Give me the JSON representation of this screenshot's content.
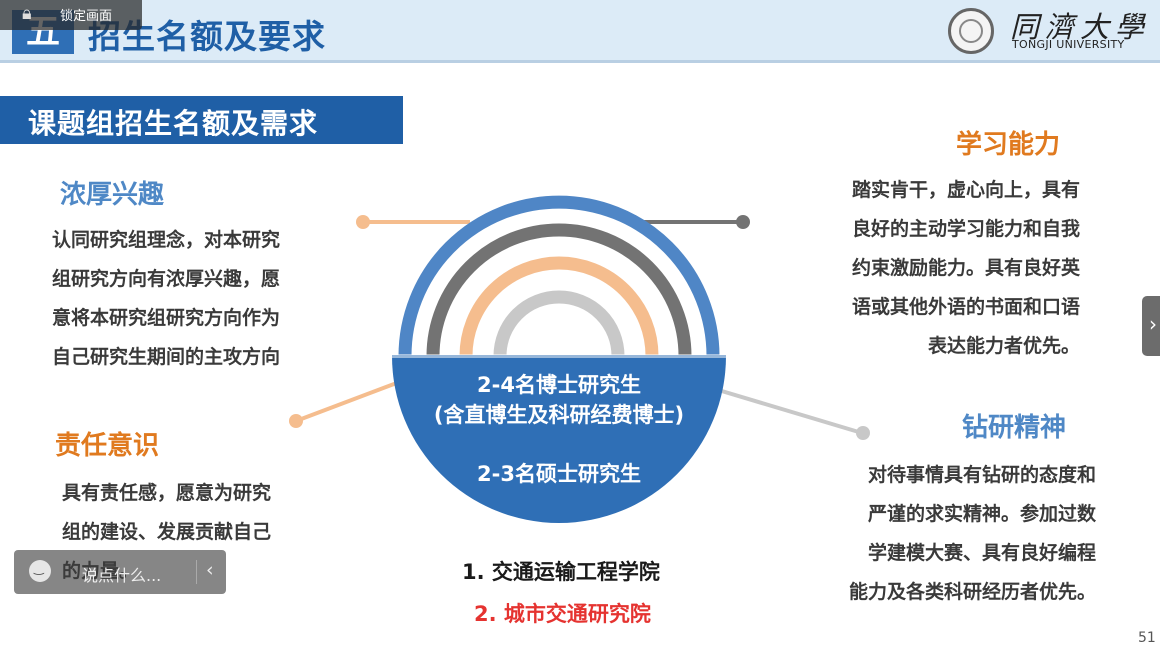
{
  "header": {
    "section_number": "五",
    "title": "招生名额及要求",
    "lock_label": "锁定画面",
    "university_cn": "同濟大學",
    "university_en": "TONGJI UNIVERSITY"
  },
  "subtitle": "课题组招生名额及需求",
  "left_top": {
    "heading": "浓厚兴趣",
    "lines": [
      "认同研究组理念，对本研究",
      "组研究方向有浓厚兴趣，愿",
      "意将本研究组研究方向作为",
      "自己研究生期间的主攻方向"
    ]
  },
  "left_bottom": {
    "heading": "责任意识",
    "lines": [
      "具有责任感，愿意为研究",
      "组的建设、发展贡献自己",
      "的力量。"
    ]
  },
  "right_top": {
    "heading": "学习能力",
    "lines": [
      "踏实肯干，虚心向上，具有",
      "良好的主动学习能力和自我",
      "约束激励能力。具有良好英",
      "语或其他外语的书面和口语",
      "表达能力者优先。"
    ]
  },
  "right_bottom": {
    "heading": "钻研精神",
    "lines": [
      "对待事情具有钻研的态度和",
      "严谨的求实精神。参加过数",
      "学建模大赛、具有良好编程",
      "能力及各类科研经历者优先。"
    ]
  },
  "center": {
    "phd_line1": "2-4名博士研究生",
    "phd_line2": "(含直博生及科研经费博士)",
    "master_line": "2-3名硕士研究生"
  },
  "colleges": [
    "1. 交通运输工程学院",
    "2. 城市交通研究院"
  ],
  "page_number": "51",
  "comment_bar": {
    "placeholder": "说点什么..."
  },
  "colors": {
    "blue": "#2f6fb6",
    "orange": "#e07a1f",
    "heading_blue": "#4f88c6",
    "arc_gray_dark": "#737373",
    "arc_peach": "#f5bd8e",
    "arc_gray_light": "#c8c8c8",
    "college2_red": "#e53330"
  },
  "icons": [
    "lock-icon",
    "seal-logo",
    "chevron-right-icon",
    "emoji-icon",
    "chevron-left-icon"
  ]
}
